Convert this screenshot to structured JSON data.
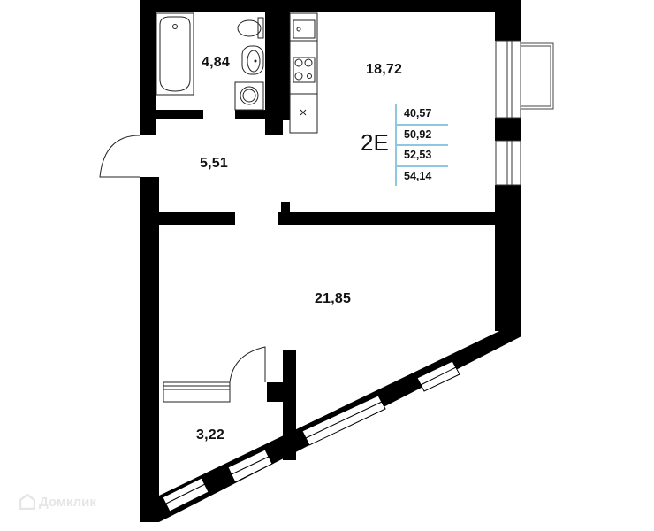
{
  "plan": {
    "apartment_code": "2E",
    "areas_summary": [
      "40,57",
      "50,92",
      "52,53",
      "54,14"
    ],
    "rooms": [
      {
        "name": "bathroom",
        "area": "4,84"
      },
      {
        "name": "hallway",
        "area": "5,51"
      },
      {
        "name": "kitchen-living",
        "area": "18,72"
      },
      {
        "name": "room",
        "area": "21,85"
      },
      {
        "name": "loggia-storage",
        "area": "3,22"
      }
    ],
    "accent_color": "#8cc8e0",
    "wall_color": "#000000"
  },
  "watermark": {
    "icon": "home-logo-icon",
    "text": "Домклик"
  }
}
